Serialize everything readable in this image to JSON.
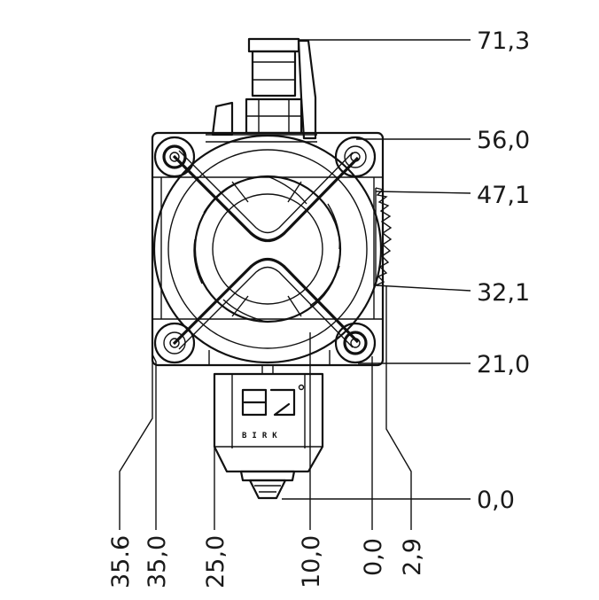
{
  "right_labels": [
    {
      "id": "r-71-3",
      "text": "71,3"
    },
    {
      "id": "r-56-0",
      "text": "56,0"
    },
    {
      "id": "r-47-1",
      "text": "47,1"
    },
    {
      "id": "r-32-1",
      "text": "32,1"
    },
    {
      "id": "r-21-0",
      "text": "21,0"
    },
    {
      "id": "r-0-0",
      "text": "0,0"
    }
  ],
  "bottom_labels": [
    {
      "id": "b-35-6",
      "text": "35.6"
    },
    {
      "id": "b-35-0",
      "text": "35,0"
    },
    {
      "id": "b-25-0",
      "text": "25,0"
    },
    {
      "id": "b-10-0",
      "text": "10,0"
    },
    {
      "id": "b-0-0",
      "text": "0,0"
    },
    {
      "id": "b-2-9",
      "text": "2,9"
    }
  ],
  "logo": {
    "mark": "BQ",
    "text": "BIRK"
  },
  "colors": {
    "line": "#111111",
    "background": "#ffffff"
  }
}
